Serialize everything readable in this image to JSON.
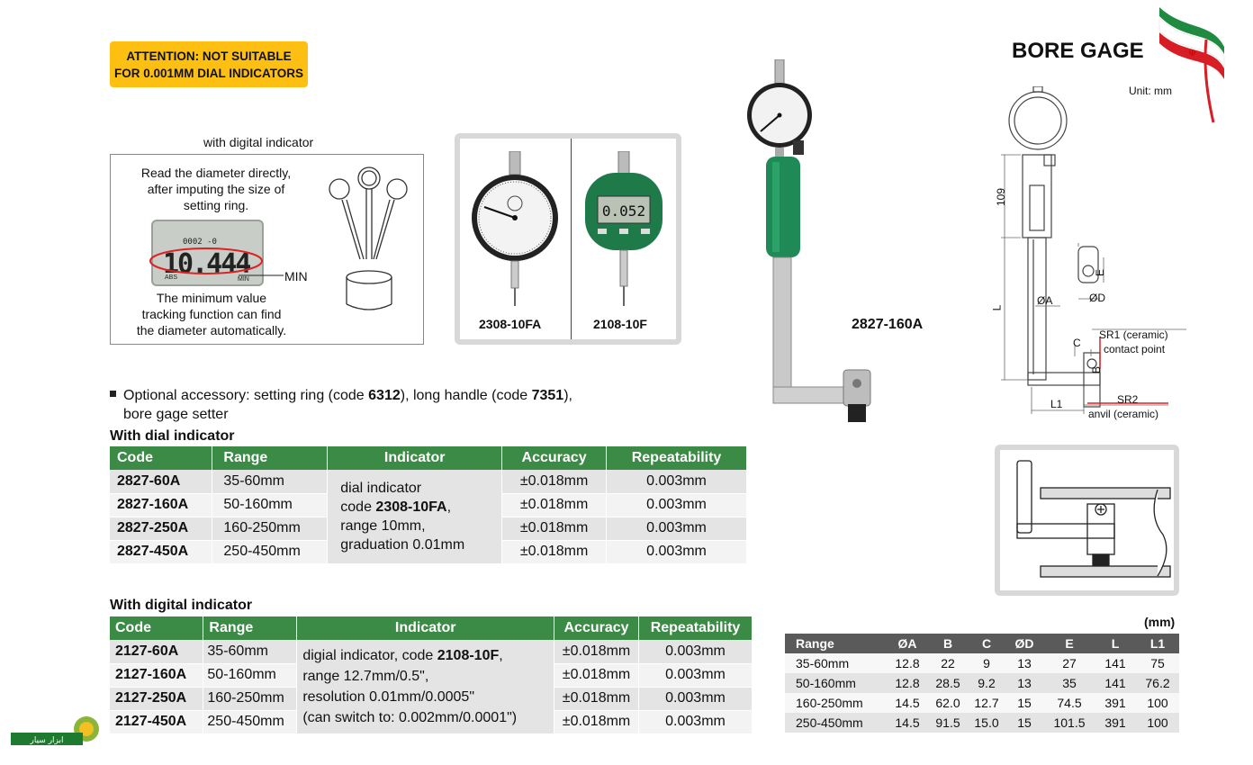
{
  "header": {
    "attention_line1": "ATTENTION: NOT SUITABLE",
    "attention_line2": "FOR 0.001MM DIAL INDICATORS",
    "title": "BORE GAGE",
    "unit": "Unit: mm"
  },
  "digital_panel": {
    "caption": "with digital indicator",
    "text_top_1": "Read the diameter directly,",
    "text_top_2": "after imputing the size of",
    "text_top_3": "setting ring.",
    "lcd_big": "10.444",
    "lcd_small": "0002 -0",
    "lcd_abs": "ABS",
    "lcd_min": "MIN",
    "min_label": "MIN",
    "text_bottom_1": "The minimum value",
    "text_bottom_2": "tracking function can find",
    "text_bottom_3": "the diameter automatically."
  },
  "indicators": {
    "dial_label": "2308-10FA",
    "digital_label": "2108-10F",
    "digital_display": "0.052"
  },
  "accessory": {
    "line1_a": "Optional accessory: setting ring (code ",
    "code1": "6312",
    "line1_b": "), long handle (code ",
    "code2": "7351",
    "line1_c": "),",
    "line2": "bore gage setter"
  },
  "dial_table": {
    "title": "With dial indicator",
    "headers": [
      "Code",
      "Range",
      "Indicator",
      "Accuracy",
      "Repeatability"
    ],
    "rows": [
      {
        "code": "2827-60A",
        "range": "35-60mm",
        "accuracy": "±0.018mm",
        "repeat": "0.003mm"
      },
      {
        "code": "2827-160A",
        "range": "50-160mm",
        "accuracy": "±0.018mm",
        "repeat": "0.003mm"
      },
      {
        "code": "2827-250A",
        "range": "160-250mm",
        "accuracy": "±0.018mm",
        "repeat": "0.003mm"
      },
      {
        "code": "2827-450A",
        "range": "250-450mm",
        "accuracy": "±0.018mm",
        "repeat": "0.003mm"
      }
    ],
    "indicator_1": "dial indicator",
    "indicator_2a": "code ",
    "indicator_2b": "2308-10FA",
    "indicator_2c": ",",
    "indicator_3": "range 10mm,",
    "indicator_4": "graduation 0.01mm"
  },
  "digital_table": {
    "title": "With digital indicator",
    "headers": [
      "Code",
      "Range",
      "Indicator",
      "Accuracy",
      "Repeatability"
    ],
    "rows": [
      {
        "code": "2127-60A",
        "range": "35-60mm",
        "accuracy": "±0.018mm",
        "repeat": "0.003mm"
      },
      {
        "code": "2127-160A",
        "range": "50-160mm",
        "accuracy": "±0.018mm",
        "repeat": "0.003mm"
      },
      {
        "code": "2127-250A",
        "range": "160-250mm",
        "accuracy": "±0.018mm",
        "repeat": "0.003mm"
      },
      {
        "code": "2127-450A",
        "range": "250-450mm",
        "accuracy": "±0.018mm",
        "repeat": "0.003mm"
      }
    ],
    "indicator_1a": "digial indicator, code ",
    "indicator_1b": "2108-10F",
    "indicator_1c": ",",
    "indicator_2": "range 12.7mm/0.5\",",
    "indicator_3": "resolution 0.01mm/0.0005\"",
    "indicator_4": "(can switch to: 0.002mm/0.0001\")"
  },
  "product_label": "2827-160A",
  "diagram": {
    "dim_109": "109",
    "dim_L": "L",
    "dim_A": "ØA",
    "dim_E": "E",
    "dim_D": "ØD",
    "dim_C": "C",
    "dim_B": "B",
    "dim_L1": "L1",
    "sr1": "SR1 (ceramic)",
    "contact": "contact point",
    "sr2": "SR2",
    "anvil": "anvil (ceramic)"
  },
  "dims_table": {
    "unit": "(mm)",
    "headers": [
      "Range",
      "ØA",
      "B",
      "C",
      "ØD",
      "E",
      "L",
      "L1"
    ],
    "rows": [
      [
        "35-60mm",
        "12.8",
        "22",
        "9",
        "13",
        "27",
        "141",
        "75"
      ],
      [
        "50-160mm",
        "12.8",
        "28.5",
        "9.2",
        "13",
        "35",
        "141",
        "76.2"
      ],
      [
        "160-250mm",
        "14.5",
        "62.0",
        "12.7",
        "15",
        "74.5",
        "391",
        "100"
      ],
      [
        "250-450mm",
        "14.5",
        "91.5",
        "15.0",
        "15",
        "101.5",
        "391",
        "100"
      ]
    ]
  },
  "logo_text": "ابزار سیار",
  "colors": {
    "attention_bg": "#fdc012",
    "table_header_green": "#3b8a45",
    "dims_header": "#5a5a5a",
    "handle_green": "#1f8a55"
  }
}
